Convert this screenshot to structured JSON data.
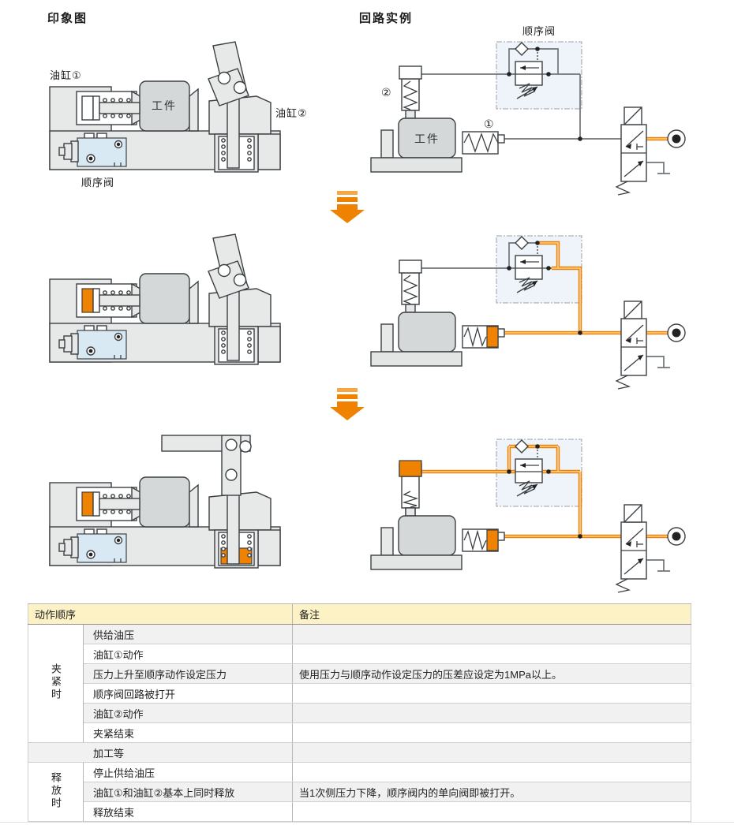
{
  "titles": {
    "impression": "印象图",
    "circuit": "回路实例"
  },
  "labels": {
    "cylinder1": "油缸①",
    "cylinder2": "油缸②",
    "workpiece": "工件",
    "sequence_valve": "顺序阀",
    "num1": "①",
    "num2": "②"
  },
  "colors": {
    "accent_orange": "#ef8200",
    "light_orange_stripe": "#f6a644",
    "circuit_line_gray": "#6e7579",
    "machine_gray": "#e7e9e9",
    "workpiece_gray": "#d5d8d8",
    "valve_blue": "#d9e9f4",
    "seq_box_blue": "#eef4f9",
    "table_header_bg": "#fcf2c6"
  },
  "table": {
    "headers": {
      "action": "动作顺序",
      "remark": "备注"
    },
    "groups": [
      {
        "name": "夹紧时",
        "rows": [
          {
            "action": "供给油压",
            "remark": ""
          },
          {
            "action": "油缸①动作",
            "remark": ""
          },
          {
            "action": "压力上升至顺序动作设定压力",
            "remark": "使用压力与顺序动作设定压力的压差应设定为1MPa以上。"
          },
          {
            "action": "顺序阀回路被打开",
            "remark": ""
          },
          {
            "action": "油缸②动作",
            "remark": ""
          },
          {
            "action": "夹紧结束",
            "remark": ""
          }
        ]
      },
      {
        "name": "",
        "rows": [
          {
            "action": "加工等",
            "remark": ""
          }
        ]
      },
      {
        "name": "释放时",
        "rows": [
          {
            "action": "停止供给油压",
            "remark": ""
          },
          {
            "action": "油缸①和油缸②基本上同时释放",
            "remark": "当1次侧压力下降，顺序阀内的单向阀即被打开。"
          },
          {
            "action": "释放结束",
            "remark": ""
          }
        ]
      }
    ]
  }
}
